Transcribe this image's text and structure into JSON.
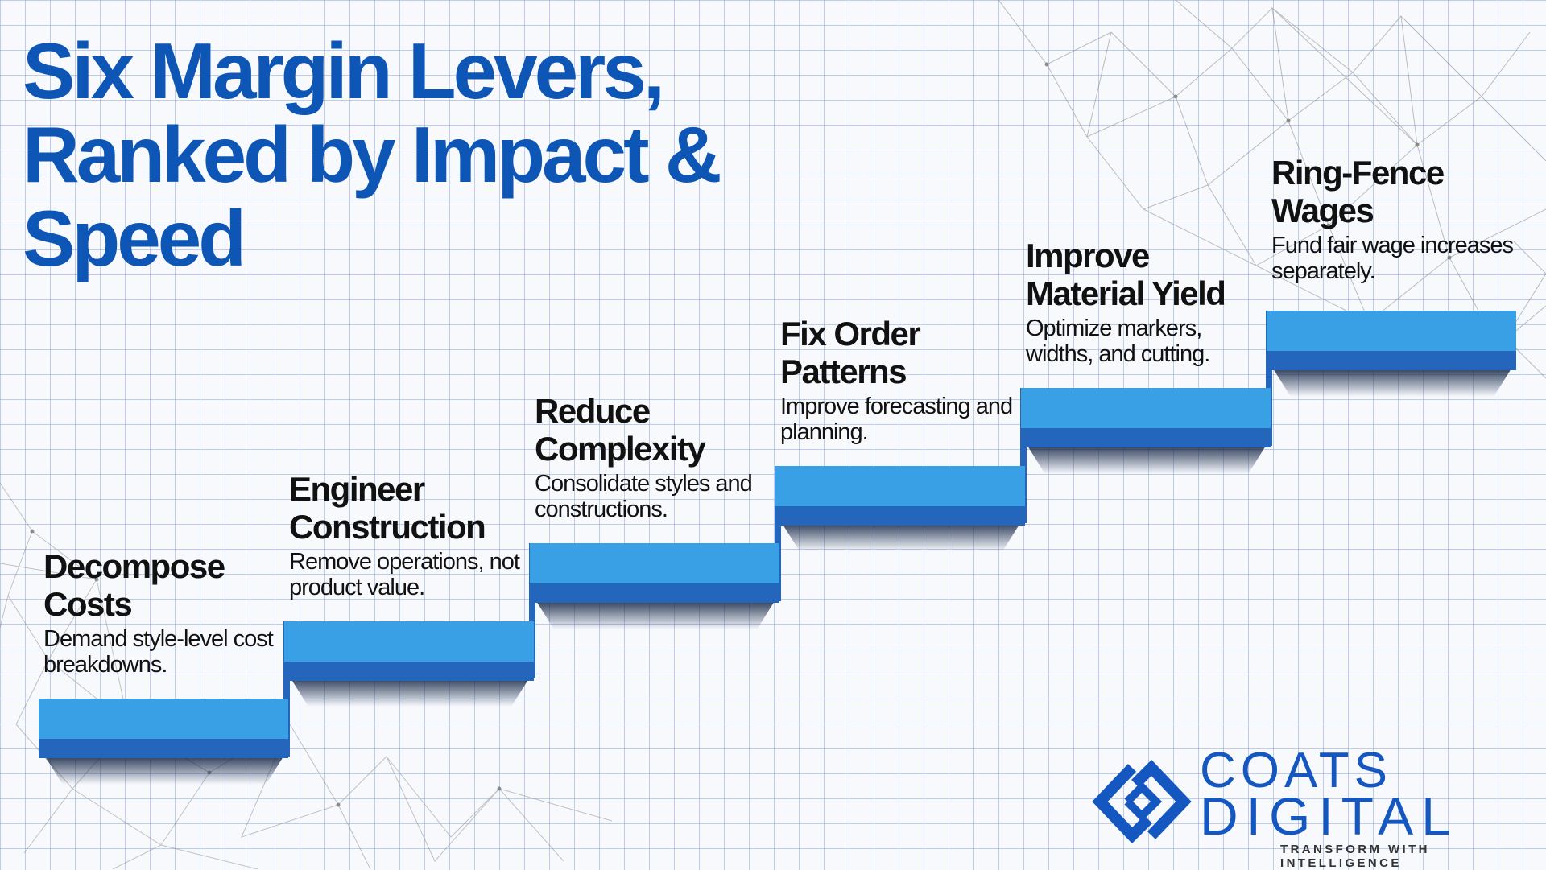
{
  "title": "Six Margin Levers, Ranked by Impact & Speed",
  "steps": [
    {
      "title": "Decompose Costs",
      "desc": "Demand style-level cost breakdowns."
    },
    {
      "title": "Engineer Construction",
      "desc": "Remove operations, not product value."
    },
    {
      "title": "Reduce Complexity",
      "desc": "Consolidate styles and constructions."
    },
    {
      "title": "Fix Order Patterns",
      "desc": "Improve forecasting and planning."
    },
    {
      "title": "Improve Material Yield",
      "desc": "Optimize markers, widths, and cutting."
    },
    {
      "title": "Ring-Fence Wages",
      "desc": "Fund fair wage increases separately."
    }
  ],
  "logo": {
    "word1": "COATS",
    "word2": "DIGITAL",
    "tagline": "TRANSFORM WITH INTELLIGENCE",
    "icon": "interlocking-diamond-icon"
  },
  "colors": {
    "title": "#0e56b5",
    "step_top": "#39a0e6",
    "step_front": "#2566bd",
    "logo": "#1457c0"
  }
}
